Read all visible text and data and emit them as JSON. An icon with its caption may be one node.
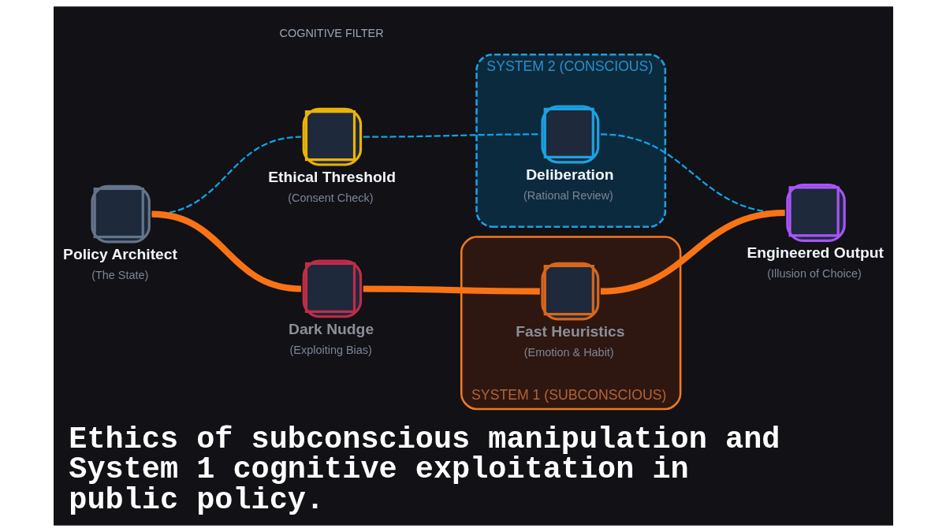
{
  "diagram": {
    "title": "Ethics of subconscious manipulation and System 1 cognitive exploitation in public policy.",
    "nodes": [
      {
        "text": [
          "SYSTEM 2 (CONSCIOUS)"
        ]
      },
      {
        "text": [
          "Deliberation",
          "(Rational Review)"
        ],
        "in": 0
      },
      {
        "text": [
          "Policy Architect",
          "(The State)"
        ]
      },
      {
        "text": [
          "Ethical Threshold",
          "(Consent Check)"
        ]
      },
      {
        "text": [
          "Engineered Output",
          "(Illusion of Choice)"
        ]
      },
      {
        "text": [
          "SYSTEM 1 (SUBCONSCIOUS)"
        ]
      },
      {
        "text": [
          "Dark Nudge",
          "(Exploiting Bias)"
        ]
      },
      {
        "text": [
          "Fast Heuristics",
          "(Emotion & Habit)"
        ],
        "in": 5
      }
    ],
    "edges": [
      {
        "from": 2,
        "to": 3,
        "arrow": "none",
        "style": "dashed",
        "color": "#0ea5e9"
      },
      {
        "from": 3,
        "to": 1,
        "arrow": "none",
        "style": "dashed",
        "color": "#0ea5e9"
      },
      {
        "from": 1,
        "to": 4,
        "arrow": "none",
        "style": "dashed",
        "color": "#0ea5e9"
      },
      {
        "from": 2,
        "to": 6,
        "arrow": "none",
        "style": "thick",
        "color": "#f97316"
      },
      {
        "from": 6,
        "to": 7,
        "arrow": "none",
        "style": "thick",
        "color": "#f97316"
      },
      {
        "from": 7,
        "to": 4,
        "arrow": "none",
        "style": "thick",
        "color": "#f97316"
      }
    ],
    "labels": [
      "COGNITIVE FILTER"
    ]
  }
}
